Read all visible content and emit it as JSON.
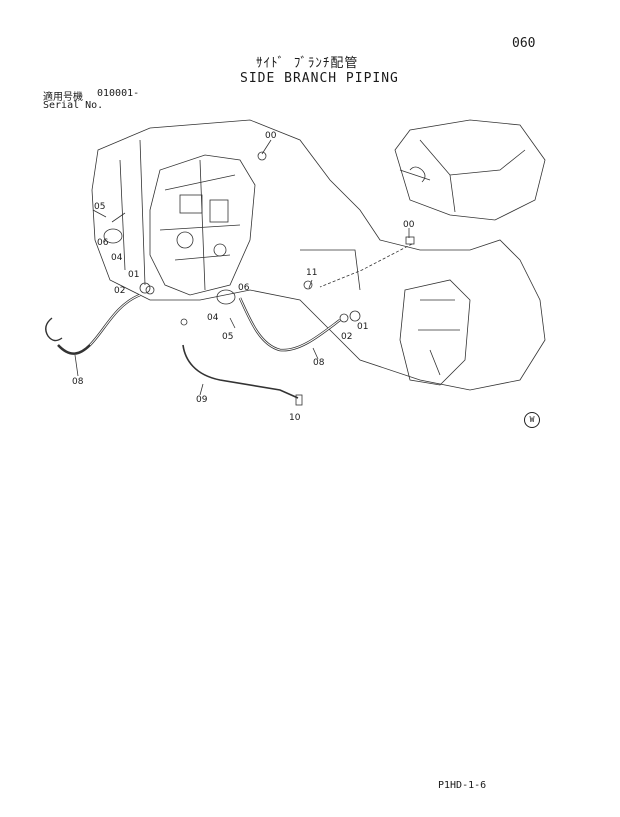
{
  "page_number": "060",
  "title_jp": "ｻｲﾄﾞ ﾌﾞﾗﾝﾁ配管",
  "title_en": "SIDE BRANCH PIPING",
  "serial": {
    "label_jp": "適用号機",
    "value": "010001-",
    "label_en": "Serial No."
  },
  "callouts": {
    "c00a": "00",
    "c05a": "05",
    "c06a": "06",
    "c04a": "04",
    "c00b": "00",
    "c11": "11",
    "c02a": "02",
    "c01a": "01",
    "c06b": "06",
    "c04b": "04",
    "c05b": "05",
    "c01b": "01",
    "c02b": "02",
    "c08a": "08",
    "c08b": "08",
    "c09": "09",
    "c10": "10"
  },
  "w_mark": "W",
  "footer_code": "P1HD-1-6"
}
